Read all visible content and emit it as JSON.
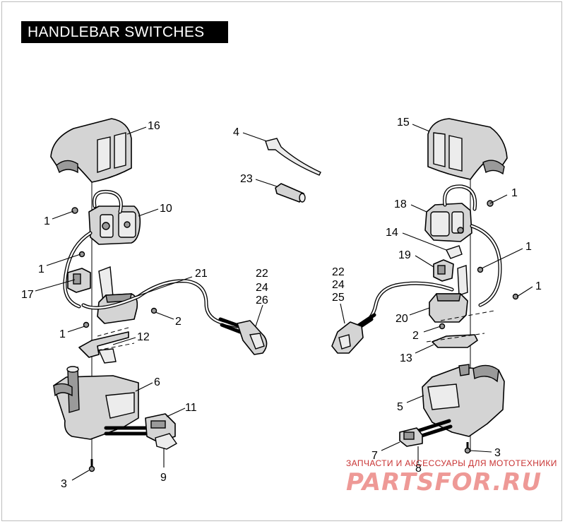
{
  "title": "HANDLEBAR  SWITCHES",
  "callouts": {
    "c16": "16",
    "c10": "10",
    "c1a": "1",
    "c1b": "1",
    "c17": "17",
    "c21": "21",
    "c2a": "2",
    "c1c": "1",
    "c12": "12",
    "c6": "6",
    "c11": "11",
    "c9": "9",
    "c3a": "3",
    "c4": "4",
    "c23": "23",
    "c22a": "22",
    "c24a": "24",
    "c26": "26",
    "c22b": "22",
    "c24b": "24",
    "c25": "25",
    "c15": "15",
    "c1d": "1",
    "c18": "18",
    "c14": "14",
    "c19": "19",
    "c1e": "1",
    "c1f": "1",
    "c20": "20",
    "c2b": "2",
    "c13": "13",
    "c5": "5",
    "c7": "7",
    "c8": "8",
    "c3b": "3"
  },
  "watermark": {
    "subtitle": "ЗАПЧАСТИ И АКСЕССУАРЫ ДЛЯ МОТОТЕХНИКИ",
    "brand": "PARTSFOR.RU"
  },
  "colors": {
    "title_bg": "#000000",
    "title_text": "#ffffff",
    "part_fill": "#d4d4d4",
    "watermark": "#e0453f"
  }
}
